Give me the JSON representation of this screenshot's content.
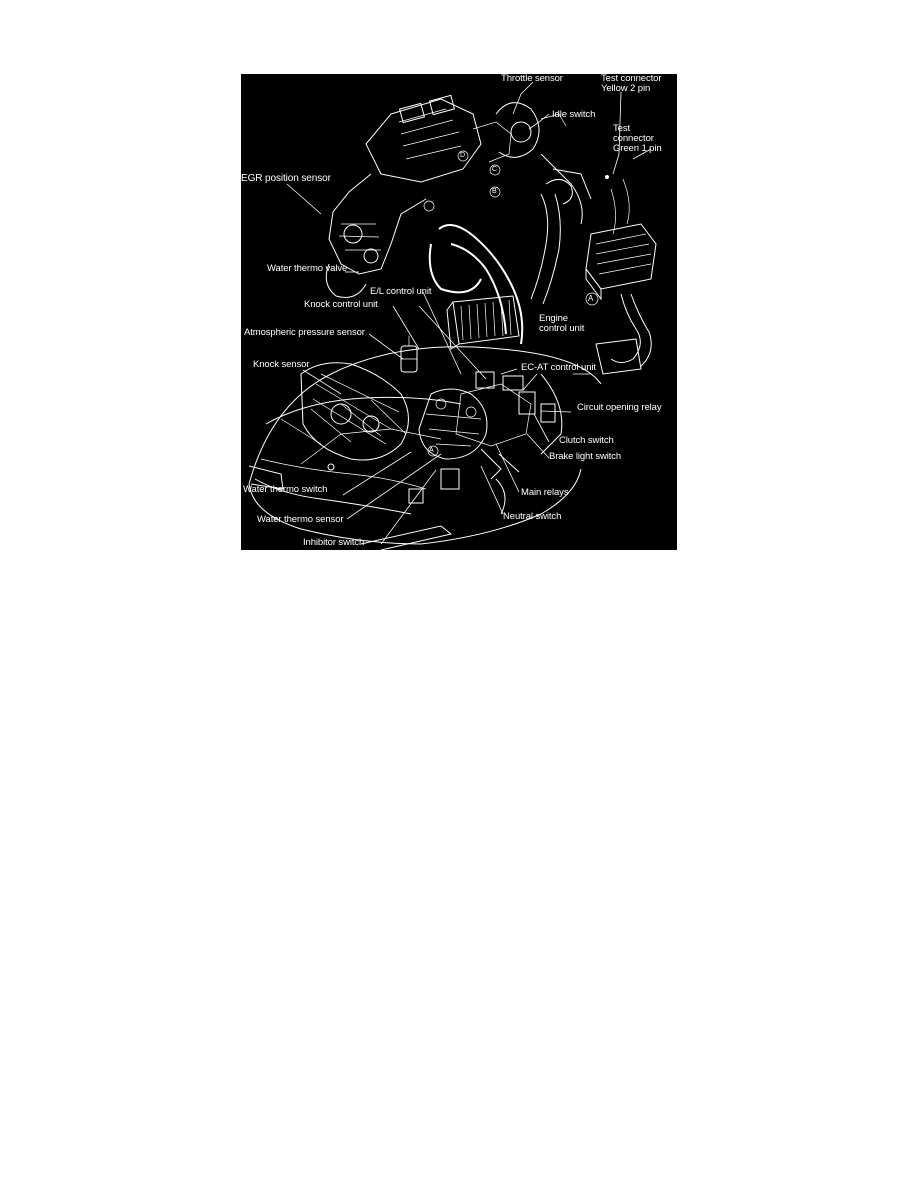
{
  "diagram": {
    "colors": {
      "background": "#000000",
      "ink": "#ffffff",
      "page": "#ffffff"
    },
    "labels": {
      "throttle_sensor": "Throttle sensor",
      "test_connector_yellow": "Test connector\nYellow 2 pin",
      "idle_switch": "Idle switch",
      "test_connector_green": "Test\nconnector\nGreen 1 pin",
      "egr_position_sensor": "EGR position sensor",
      "water_thermo_valve": "Water thermo valve",
      "el_control_unit": "E/L control unit",
      "knock_control_unit": "Knock control unit",
      "engine_control_unit": "Engine\ncontrol unit",
      "atmospheric_pressure_sensor": "Atmospheric pressure sensor",
      "knock_sensor": "Knock sensor",
      "ecat_control_unit": "EC-AT control unit",
      "circuit_opening_relay": "Circuit opening relay",
      "clutch_switch": "Clutch switch",
      "brake_light_switch": "Brake light switch",
      "main_relays": "Main relays",
      "water_thermo_switch": "Water thermo switch",
      "water_thermo_sensor": "Water thermo sensor",
      "neutral_switch": "Neutral switch",
      "inhibitor_switch": "Inhibitor switch"
    },
    "markers": {
      "a": "A",
      "b": "B",
      "c": "C",
      "d": "D"
    }
  }
}
